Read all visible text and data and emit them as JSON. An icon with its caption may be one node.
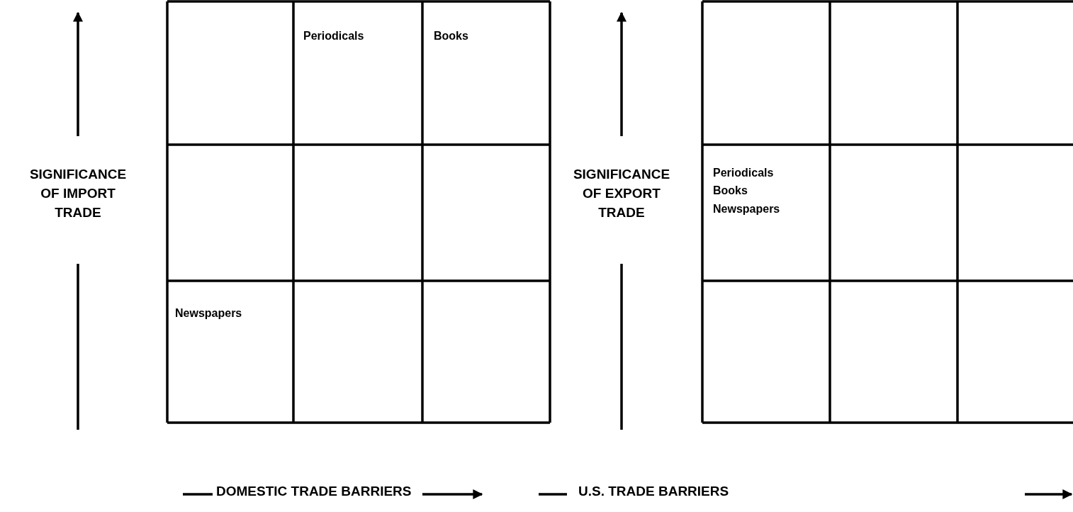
{
  "diagram": {
    "labels": [
      "SIGNIFICANCE OF IMPORT TRADE",
      "Periodicals",
      "Books",
      "Newspapers",
      "SIGNIFICANCE OF EXPORT TRADE",
      "Periodicals",
      "Books",
      "Newspapers",
      "DOMESTIC TRADE BARRIERS",
      "U.S. TRADE BARRIERS"
    ]
  }
}
